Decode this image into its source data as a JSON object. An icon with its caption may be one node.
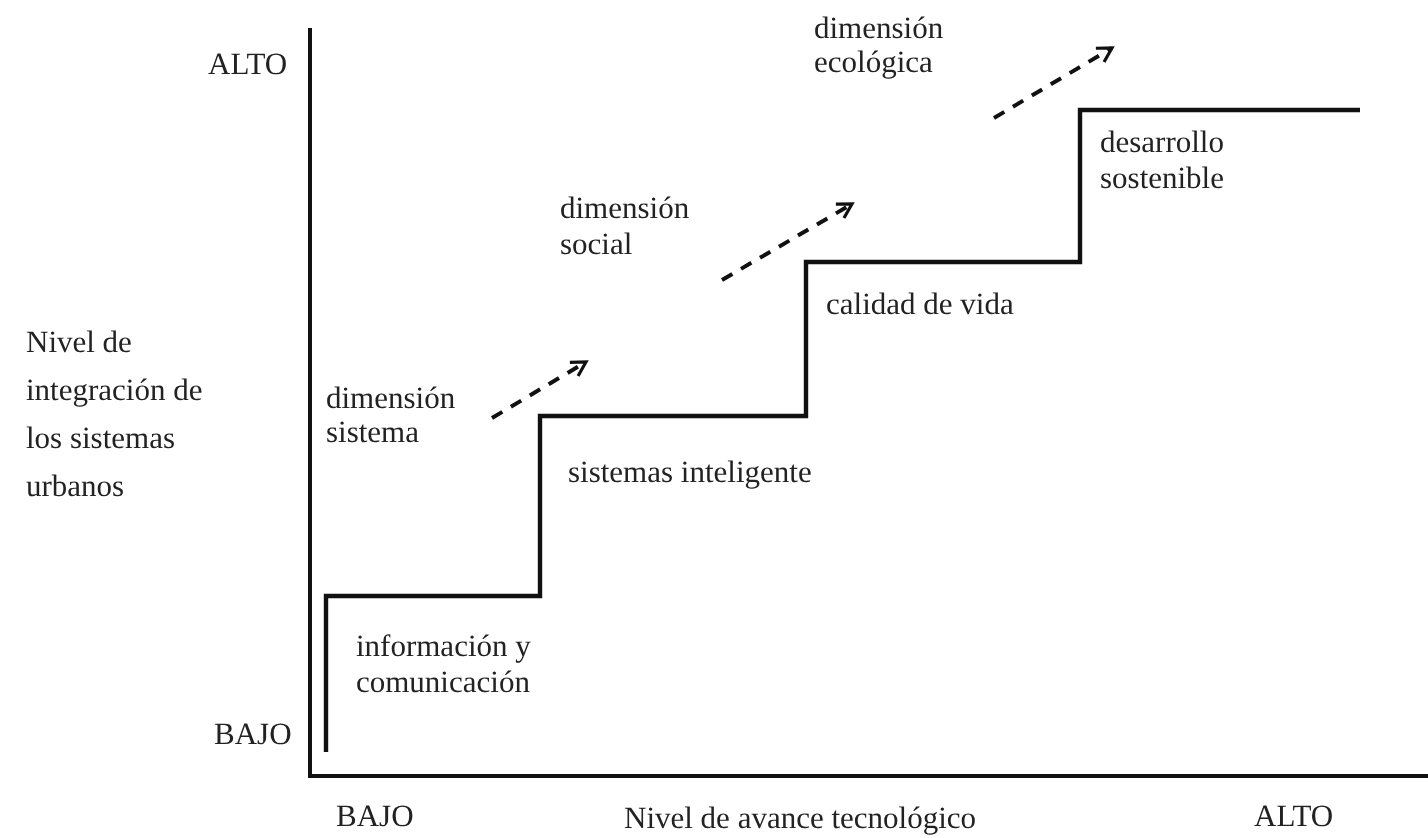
{
  "diagram": {
    "labels": [
      "ALTO",
      "dimensión ecológica",
      "desarrollo sostenible",
      "dimensión social",
      "calidad de vida",
      "Nivel de integración de los sistemas urbanos",
      "dimensión sistema",
      "sistemas inteligente",
      "información y comunicación",
      "BAJO",
      "BAJO",
      "Nivel de avance tecnológico",
      "ALTO"
    ]
  }
}
